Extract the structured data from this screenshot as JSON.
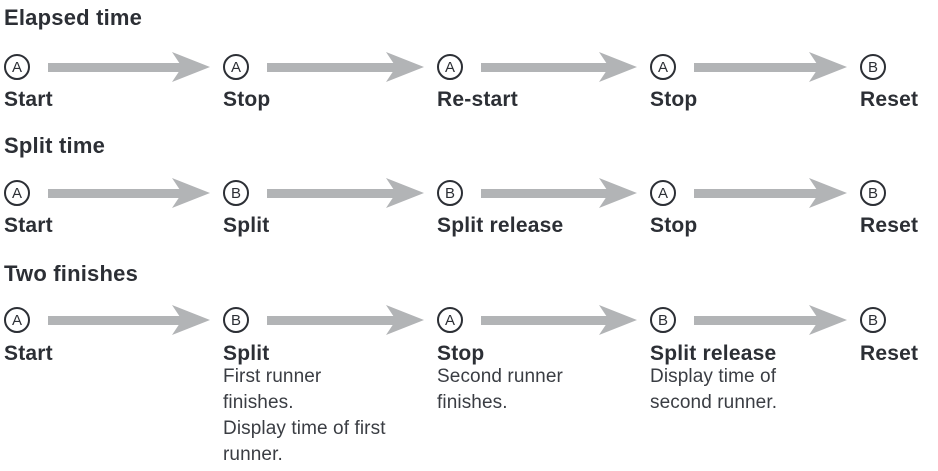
{
  "colors": {
    "text": "#2c2f35",
    "desc": "#3a3d43",
    "arrow": "#b2b4b6",
    "bg": "#ffffff"
  },
  "sections": [
    {
      "title": "Elapsed time",
      "steps": [
        {
          "button": "A",
          "label": "Start"
        },
        {
          "button": "A",
          "label": "Stop"
        },
        {
          "button": "A",
          "label": "Re-start"
        },
        {
          "button": "A",
          "label": "Stop"
        },
        {
          "button": "B",
          "label": "Reset"
        }
      ]
    },
    {
      "title": "Split time",
      "steps": [
        {
          "button": "A",
          "label": "Start"
        },
        {
          "button": "B",
          "label": "Split"
        },
        {
          "button": "B",
          "label": "Split release"
        },
        {
          "button": "A",
          "label": "Stop"
        },
        {
          "button": "B",
          "label": "Reset"
        }
      ]
    },
    {
      "title": "Two finishes",
      "steps": [
        {
          "button": "A",
          "label": "Start"
        },
        {
          "button": "B",
          "label": "Split",
          "desc": [
            "First runner",
            "finishes.",
            "Display time of first",
            "runner."
          ]
        },
        {
          "button": "A",
          "label": "Stop",
          "desc": [
            "Second runner",
            "finishes."
          ]
        },
        {
          "button": "B",
          "label": "Split release",
          "desc": [
            "Display time of",
            "second runner."
          ]
        },
        {
          "button": "B",
          "label": "Reset"
        }
      ]
    }
  ]
}
